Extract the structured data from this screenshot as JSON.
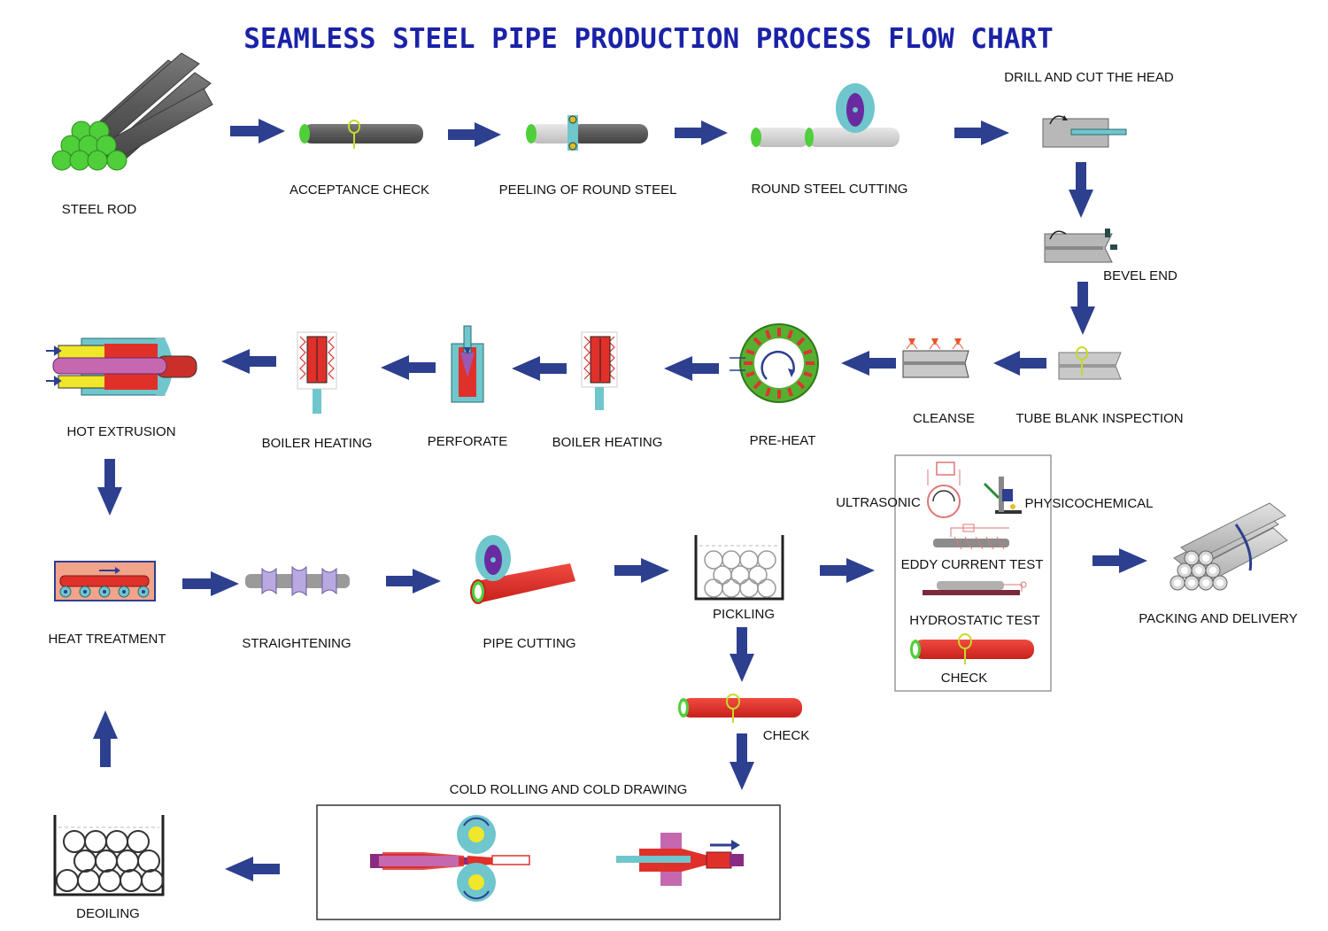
{
  "title": "SEAMLESS STEEL PIPE PRODUCTION PROCESS FLOW CHART",
  "colors": {
    "arrow": "#2d3f8f",
    "steel": "#5c5c5c",
    "green_end": "#44cc33",
    "hot_red": "#e0302a",
    "purple": "#8a2a82",
    "cyan": "#6fc6cc"
  },
  "steps": {
    "steel_rod": "STEEL ROD",
    "acceptance_check": "ACCEPTANCE CHECK",
    "peeling": "PEELING OF ROUND STEEL",
    "round_steel_cutting": "ROUND STEEL CUTTING",
    "drill_cut_head": "DRILL AND CUT THE HEAD",
    "bevel_end": "BEVEL END",
    "tube_blank_inspection": "TUBE BLANK INSPECTION",
    "cleanse": "CLEANSE",
    "pre_heat": "PRE-HEAT",
    "boiler_heating_1": "BOILER HEATING",
    "perforate": "PERFORATE",
    "boiler_heating_2": "BOILER HEATING",
    "hot_extrusion": "HOT EXTRUSION",
    "heat_treatment": "HEAT TREATMENT",
    "straightening": "STRAIGHTENING",
    "pipe_cutting": "PIPE CUTTING",
    "pickling": "PICKLING",
    "check": "CHECK",
    "cold_rolling": "COLD ROLLING AND COLD DRAWING",
    "deoiling": "DEOILING",
    "packing": "PACKING AND DELIVERY"
  },
  "inspection": {
    "ultrasonic": "ULTRASONIC",
    "physicochemical": "PHYSICOCHEMICAL",
    "eddy_current": "EDDY CURRENT TEST",
    "hydrostatic": "HYDROSTATIC TEST",
    "check": "CHECK"
  }
}
